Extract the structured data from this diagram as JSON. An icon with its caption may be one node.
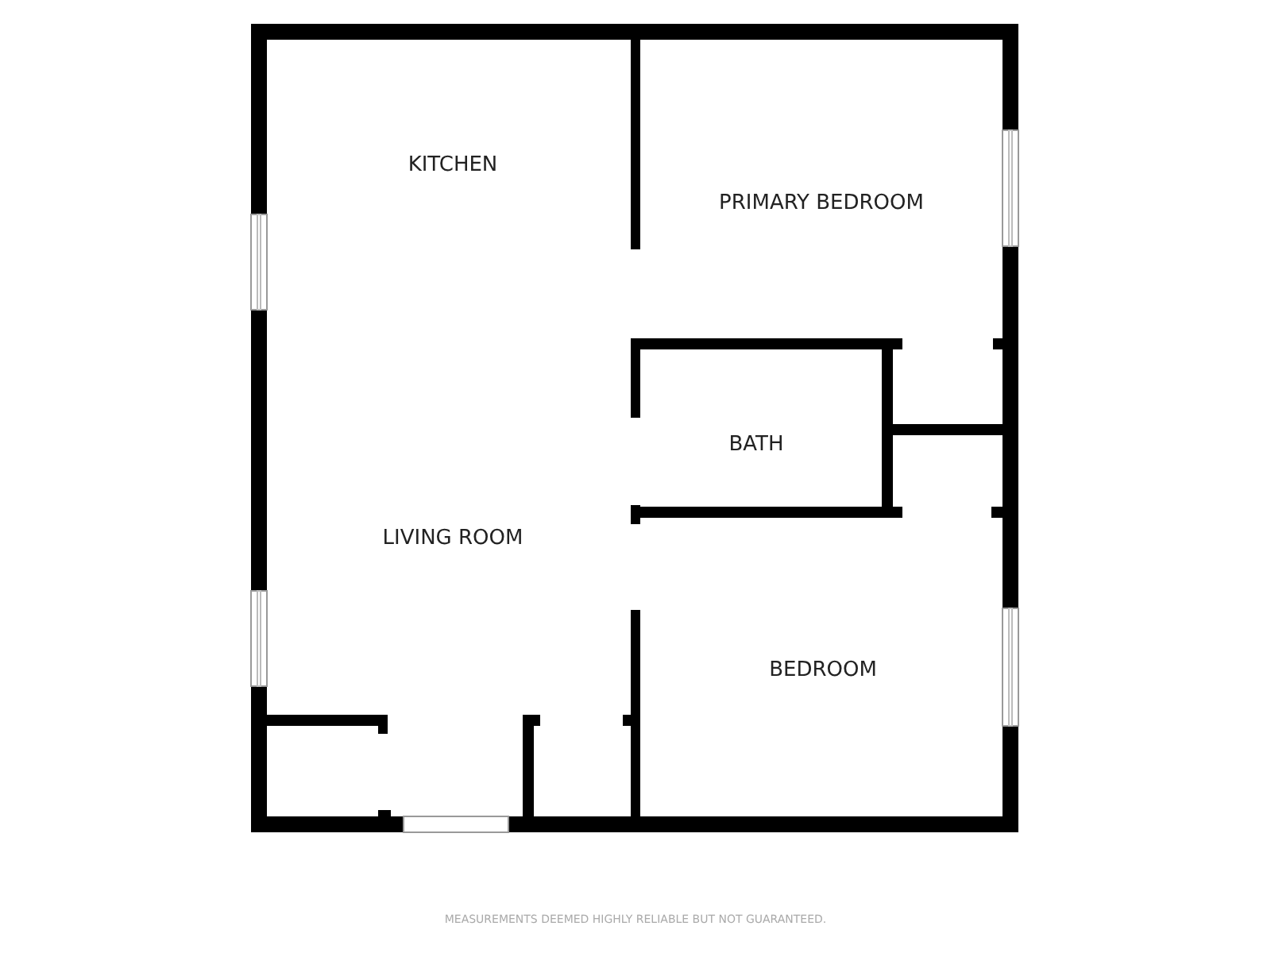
{
  "diagram": {
    "labels": [
      "KITCHEN",
      "PRIMARY BEDROOM",
      "BATH",
      "LIVING ROOM",
      "BEDROOM",
      "MEASUREMENTS DEEMED HIGHLY RELIABLE BUT NOT GUARANTEED."
    ]
  }
}
